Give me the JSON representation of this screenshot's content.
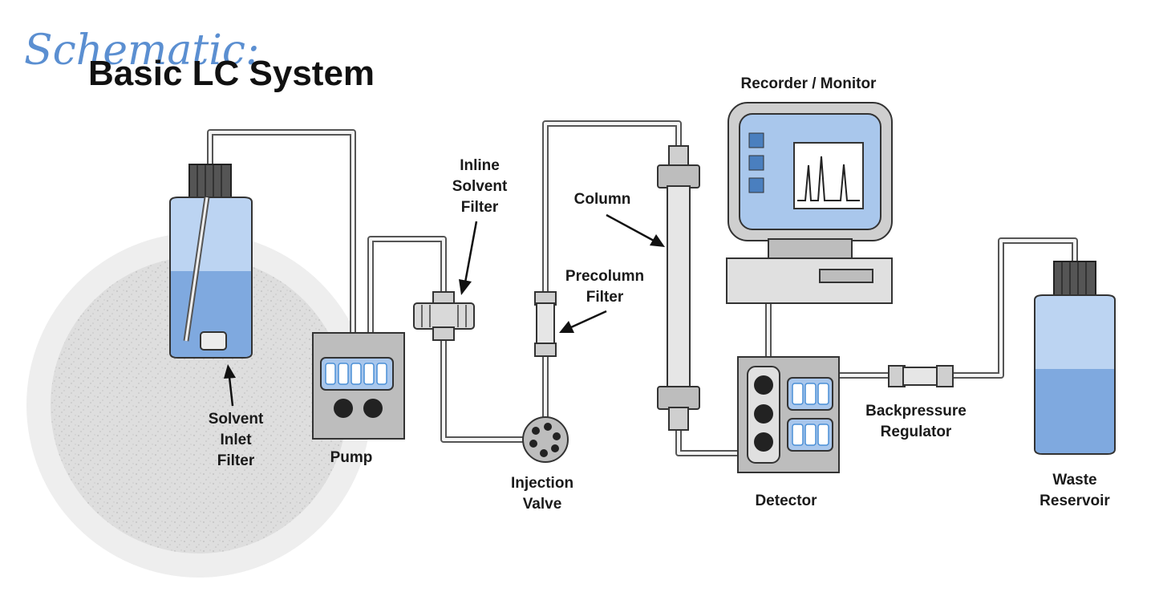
{
  "title": {
    "script": "Schematic:",
    "main": "Basic LC System"
  },
  "labels": {
    "recorder": "Recorder / Monitor",
    "inline_filter": [
      "Inline",
      "Solvent",
      "Filter"
    ],
    "column": "Column",
    "precolumn": [
      "Precolumn",
      "Filter"
    ],
    "solvent_inlet": [
      "Solvent",
      "Inlet",
      "Filter"
    ],
    "pump": "Pump",
    "injection_valve": [
      "Injection",
      "Valve"
    ],
    "detector": "Detector",
    "backpressure": [
      "Backpressure",
      "Regulator"
    ],
    "waste": [
      "Waste",
      "Reservoir"
    ]
  },
  "colors": {
    "liquid": "#7fa9df",
    "glass": "#bcd4f2",
    "panel_blue": "#a9c7ec",
    "device_grey": "#bdbdbd",
    "dark": "#222222",
    "script_title": "#5b8fd1"
  }
}
